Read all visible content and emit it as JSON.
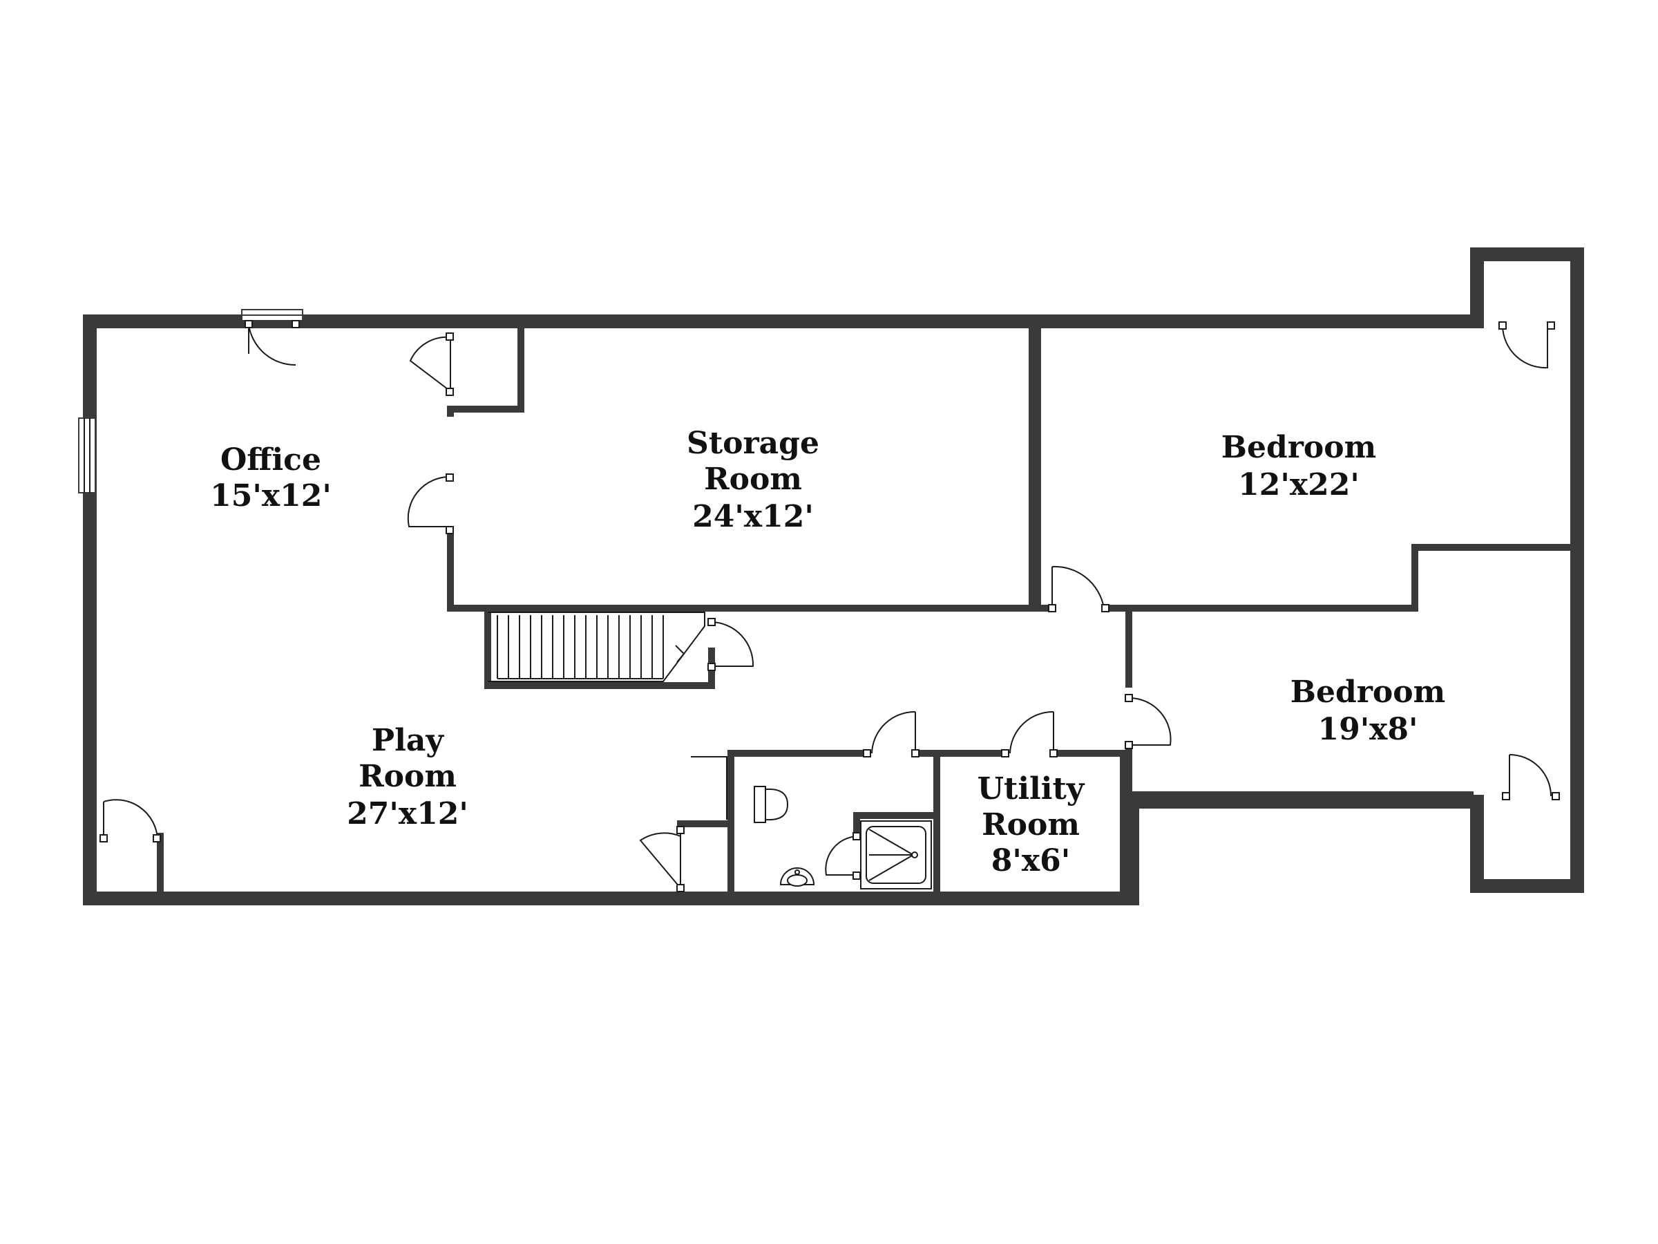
{
  "rooms": {
    "office": {
      "name": "Office",
      "size": "15'x12'"
    },
    "storage": {
      "name_line1": "Storage",
      "name_line2": "Room",
      "size": "24'x12'"
    },
    "bedroom_upper": {
      "name": "Bedroom",
      "size": "12'x22'"
    },
    "bedroom_lower": {
      "name": "Bedroom",
      "size": "19'x8'"
    },
    "play": {
      "name_line1": "Play",
      "name_line2": "Room",
      "size": "27'x12'"
    },
    "utility": {
      "name_line1": "Utility",
      "name_line2": "Room",
      "size": "8'x6'"
    }
  },
  "colors": {
    "wall": "#3a3a3a",
    "background": "#ffffff",
    "text": "#111111"
  }
}
